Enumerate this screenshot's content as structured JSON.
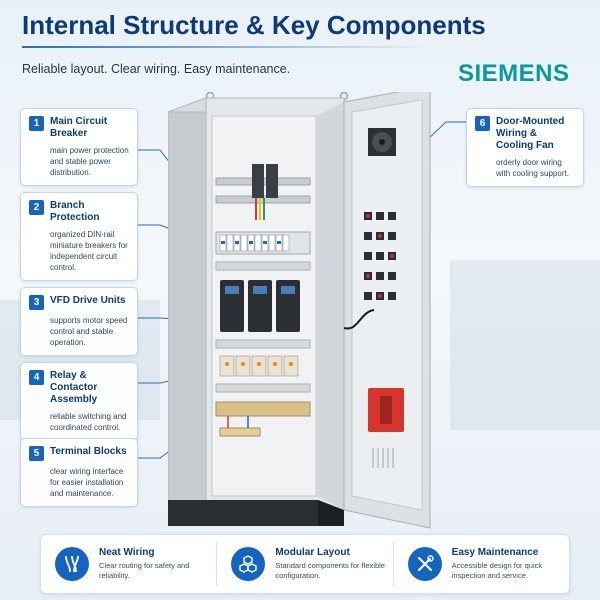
{
  "header": {
    "title": "Internal Structure & Key Components",
    "subtitle": "Reliable layout. Clear wiring. Easy maintenance.",
    "brand": "SIEMENS"
  },
  "colors": {
    "primary": "#1565c0",
    "title": "#0d3b78",
    "brand": "#0a9a9b",
    "accent": "#e3342f"
  },
  "callouts": [
    {
      "num": "1",
      "title": "Main Circuit Breaker",
      "desc": "main power protection and stable power distribution."
    },
    {
      "num": "2",
      "title": "Branch Protection",
      "desc": "organized DIN-rail miniature breakers for independent circuit control."
    },
    {
      "num": "3",
      "title": "VFD Drive Units",
      "desc": "supports motor speed control and stable operation."
    },
    {
      "num": "4",
      "title": "Relay & Contactor Assembly",
      "desc": "reliable switching and coordinated control."
    },
    {
      "num": "5",
      "title": "Terminal Blocks",
      "desc": "clear wiring interface for easier installation and maintenance."
    },
    {
      "num": "6",
      "title": "Door-Mounted Wiring & Cooling Fan",
      "desc": "orderly door wiring with cooling support."
    }
  ],
  "features": [
    {
      "icon": "wiring-icon",
      "title": "Neat Wiring",
      "desc": "Clear routing for safety and reliability."
    },
    {
      "icon": "modular-cubes-icon",
      "title": "Modular Layout",
      "desc": "Standard components for flexible configuration."
    },
    {
      "icon": "tools-icon",
      "title": "Easy Maintenance",
      "desc": "Accessible design for quick inspection and service."
    }
  ]
}
